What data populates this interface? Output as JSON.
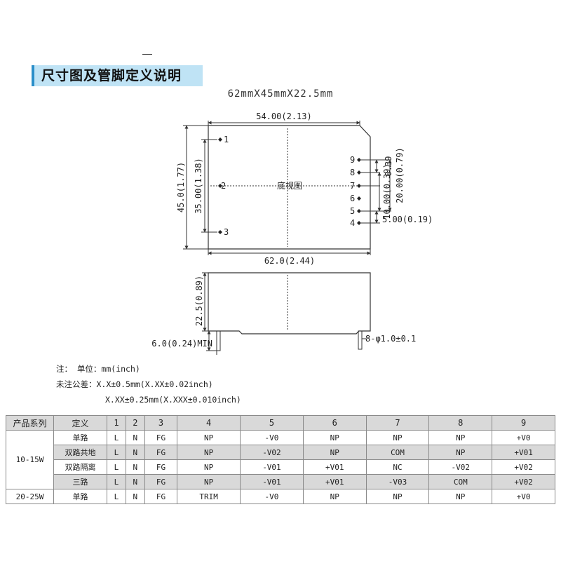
{
  "title": "尺寸图及管脚定义说明",
  "dimensions_summary": "62mmX45mmX22.5mm",
  "bottom_view": {
    "label": "底视图",
    "dim_top": "54.00(2.13)",
    "dim_bottom": "62.0(2.44)",
    "dim_left_outer": "45.0(1.77)",
    "dim_left_inner": "35.00(1.38)",
    "dim_right_small": "0.39",
    "dim_right_mid": "10.00(0.39)",
    "dim_right_outer": "20.00(0.79)",
    "dim_pitch": "5.00(0.19)",
    "left_pins": [
      "1",
      "2",
      "3"
    ],
    "right_pins": [
      "9",
      "8",
      "7",
      "6",
      "5",
      "4"
    ]
  },
  "side_view": {
    "dim_height": "22.5(0.89)",
    "dim_pin_length": "6.0(0.24)MIN",
    "dim_pin_diameter": "8-φ1.0±0.1"
  },
  "notes": {
    "unit_prefix": "注：",
    "unit": "单位：mm(inch)",
    "tol_label": "未注公差：",
    "tol_1": "X.X±0.5mm(X.XX±0.02inch)",
    "tol_2": "X.XX±0.25mm(X.XXX±0.010inch)"
  },
  "pin_table": {
    "headers": [
      "产品系列",
      "定义",
      "1",
      "2",
      "3",
      "4",
      "5",
      "6",
      "7",
      "8",
      "9"
    ],
    "groups": [
      {
        "series": "10-15W",
        "rows": [
          [
            "单路",
            "L",
            "N",
            "FG",
            "NP",
            "-V0",
            "NP",
            "NP",
            "NP",
            "+V0"
          ],
          [
            "双路共地",
            "L",
            "N",
            "FG",
            "NP",
            "-V02",
            "NP",
            "COM",
            "NP",
            "+V01"
          ],
          [
            "双路隔离",
            "L",
            "N",
            "FG",
            "NP",
            "-V01",
            "+V01",
            "NC",
            "-V02",
            "+V02"
          ],
          [
            "三路",
            "L",
            "N",
            "FG",
            "NP",
            "-V01",
            "+V01",
            "-V03",
            "COM",
            "+V02"
          ]
        ]
      },
      {
        "series": "20-25W",
        "rows": [
          [
            "单路",
            "L",
            "N",
            "FG",
            "TRIM",
            "-V0",
            "NP",
            "NP",
            "NP",
            "+V0"
          ]
        ]
      }
    ]
  },
  "colors": {
    "title_bg": "#bfe3f5",
    "title_bar": "#2a8ec9",
    "table_shade": "#d9d9d9"
  }
}
